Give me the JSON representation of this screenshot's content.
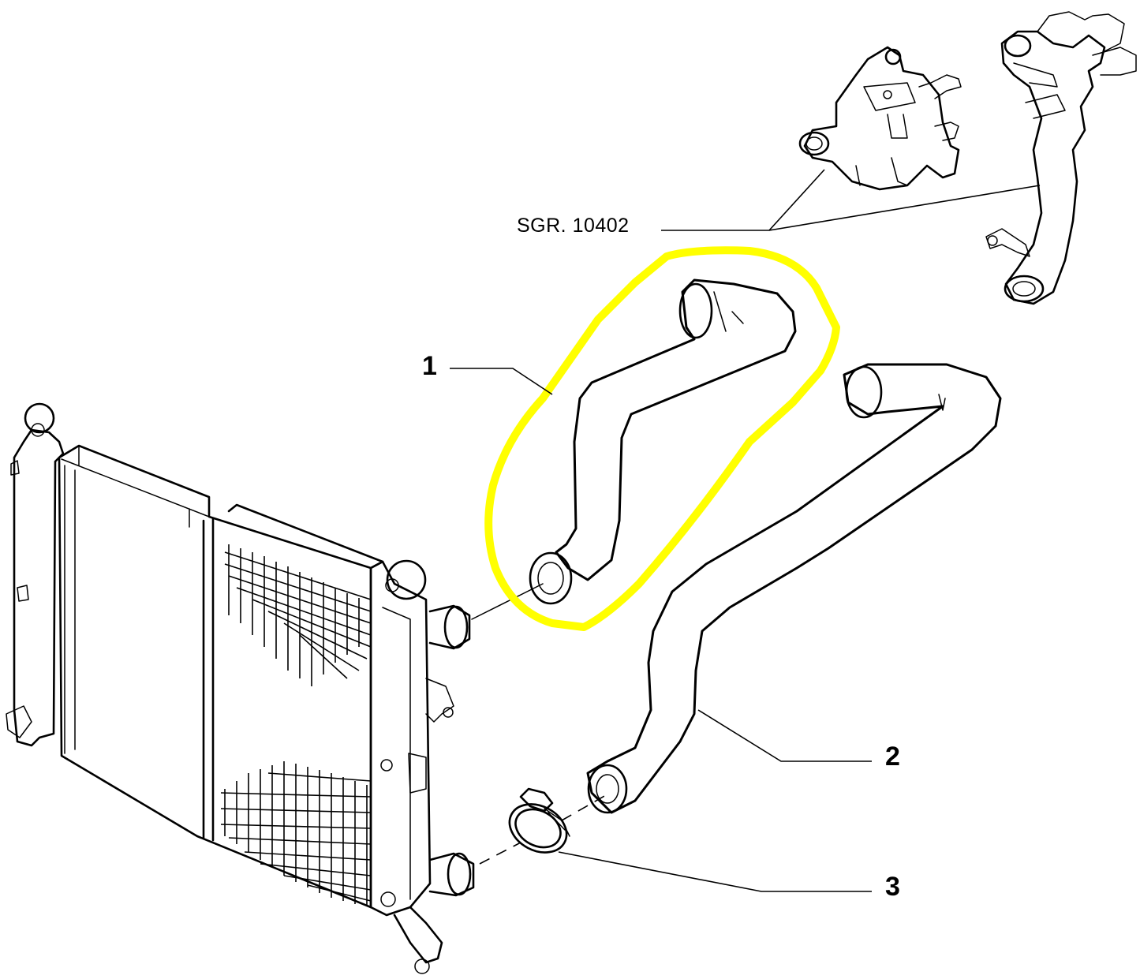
{
  "diagram": {
    "reference_label": "SGR. 10402",
    "callouts": [
      {
        "id": "1",
        "label": "1"
      },
      {
        "id": "2",
        "label": "2"
      },
      {
        "id": "3",
        "label": "3"
      }
    ],
    "highlight_color": "#ffff00",
    "highlighted_part": "1"
  }
}
